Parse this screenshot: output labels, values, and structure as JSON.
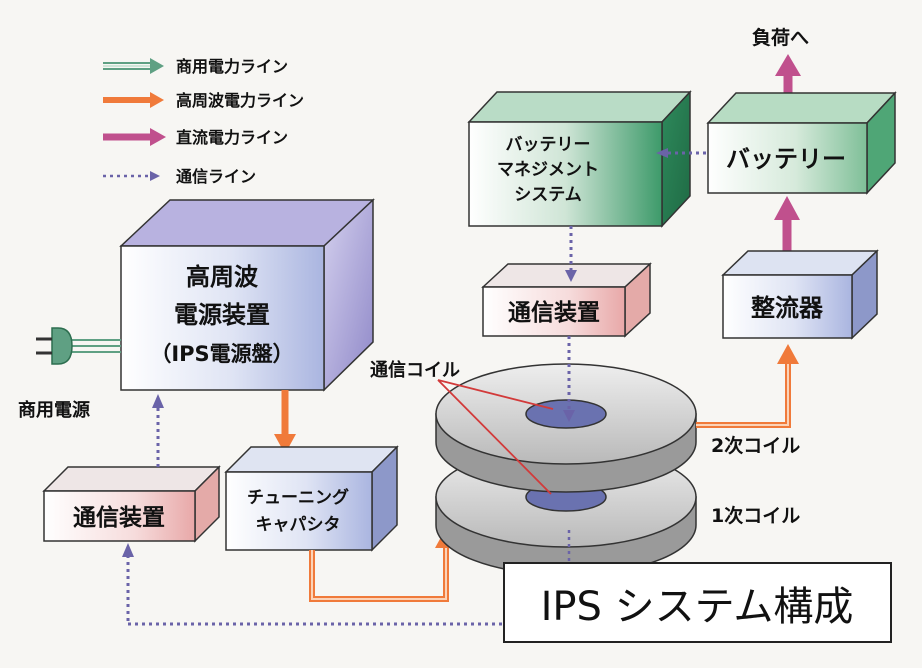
{
  "legend": {
    "commercial_line": "商用電力ライン",
    "hf_line": "高周波電力ライン",
    "dc_line": "直流電力ライン",
    "comm_line": "通信ライン"
  },
  "load_label": "負荷へ",
  "bms": {
    "line1": "バッテリー",
    "line2": "マネジメント",
    "line3": "システム"
  },
  "battery": "バッテリー",
  "hf_power": {
    "line1": "高周波",
    "line2": "電源装置",
    "line3": "（IPS電源盤）"
  },
  "comm_device_right": "通信装置",
  "comm_device_left": "通信装置",
  "rectifier": "整流器",
  "comm_coil_label": "通信コイル",
  "commercial_power": "商用電源",
  "tuning_cap": {
    "line1": "チューニング",
    "line2": "キャパシタ"
  },
  "secondary_coil": "2次コイル",
  "primary_coil": "1次コイル",
  "system_title": "IPS システム構成",
  "colors": {
    "commercial": "#5fa083",
    "high_frequency": "#f07a3a",
    "dc": "#c0508d",
    "communication": "#6a63a8"
  }
}
